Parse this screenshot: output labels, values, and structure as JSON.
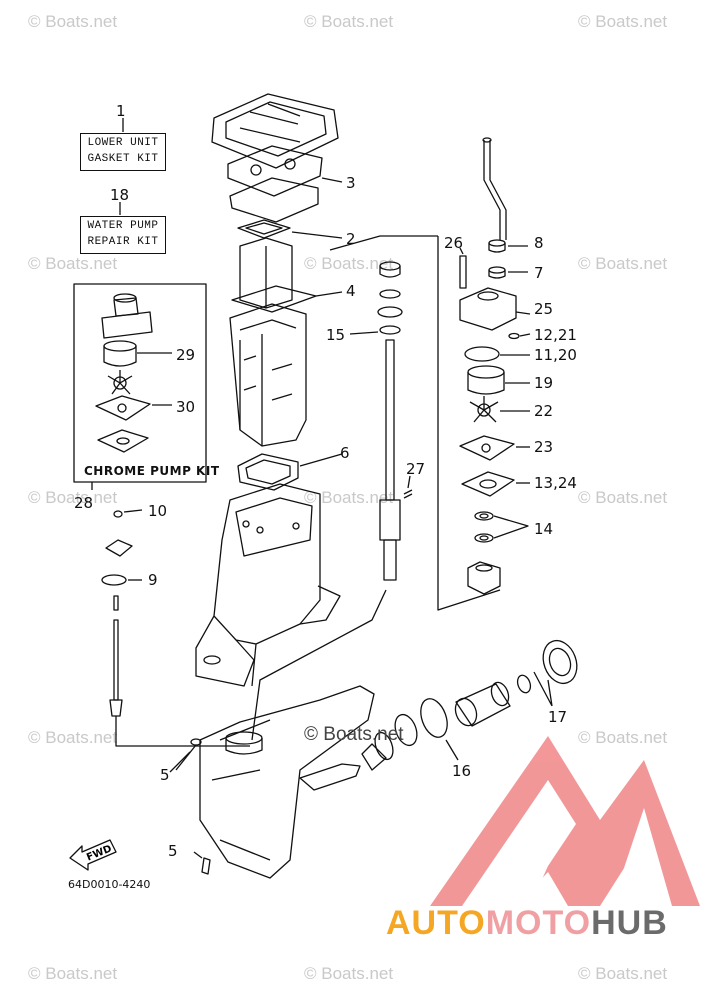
{
  "watermark": {
    "text": "© Boats.net"
  },
  "center_watermark": "© Boats.net",
  "kits": {
    "lower_unit": {
      "ref": "1",
      "line1": "LOWER UNIT",
      "line2": "GASKET KIT"
    },
    "water_pump": {
      "ref": "18",
      "line1": "WATER PUMP",
      "line2": "REPAIR KIT"
    },
    "chrome_pump": {
      "ref": "28",
      "label": "CHROME PUMP KIT"
    }
  },
  "part_labels": [
    "3",
    "2",
    "4",
    "15",
    "26",
    "8",
    "7",
    "25",
    "12,21",
    "11,20",
    "19",
    "22",
    "23",
    "13,24",
    "14",
    "27",
    "29",
    "30",
    "10",
    "9",
    "6",
    "17",
    "16",
    "5",
    "5"
  ],
  "drawing_number": "64D0010-4240",
  "fwd_label": "FWD",
  "logo": {
    "part1": "AUTO",
    "part2": "MOTO",
    "part3": "HUB"
  },
  "colors": {
    "logo_red": "#e8262b",
    "logo_orange": "#f5a623",
    "logo_gray": "#6b6b6b",
    "watermark": "#c9c9c9"
  }
}
